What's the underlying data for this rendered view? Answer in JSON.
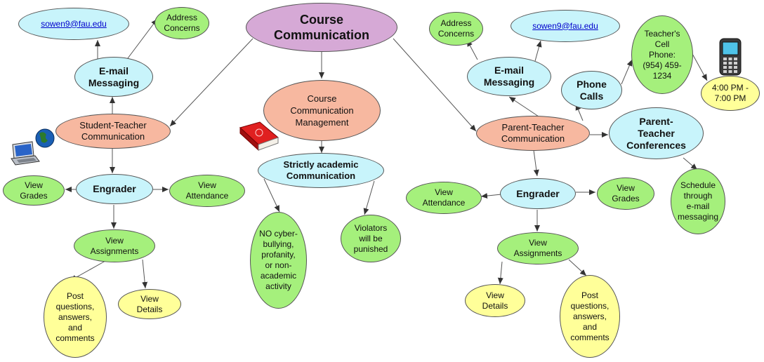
{
  "nodes": {
    "course_communication": "Course\nCommunication",
    "left_email": "sowen9@fau.edu",
    "left_address_concerns": "Address\nConcerns",
    "left_email_messaging": "E-mail\nMessaging",
    "student_teacher": "Student-Teacher\nCommunication",
    "left_engrader": "Engrader",
    "left_view_grades": "View\nGrades",
    "left_view_attendance": "View\nAttendance",
    "left_view_assignments": "View\nAssignments",
    "left_post_questions": "Post\nquestions,\nanswers,\nand\ncomments",
    "left_view_details": "View\nDetails",
    "course_comm_mgmt": "Course\nCommunication\nManagement",
    "strictly_academic": "Strictly academic\nCommunication",
    "no_cyberbullying": "NO cyber-\nbullying,\nprofanity,\nor non-\nacademic\nactivity",
    "violators": "Violators\nwill be\npunished",
    "right_address_concerns": "Address\nConcerns",
    "right_email": "sowen9@fau.edu",
    "teacher_cell": "Teacher's\nCell\nPhone:\n(954) 459-\n1234",
    "phone_hours": "4:00 PM -\n7:00 PM",
    "right_email_messaging": "E-mail\nMessaging",
    "phone_calls": "Phone\nCalls",
    "parent_teacher": "Parent-Teacher\nCommunication",
    "parent_teacher_conferences": "Parent-\nTeacher\nConferences",
    "schedule": "Schedule\nthrough\ne-mail\nmessaging",
    "right_view_attendance": "View\nAttendance",
    "right_engrader": "Engrader",
    "right_view_grades": "View\nGrades",
    "right_view_assignments": "View\nAssignments",
    "right_view_details": "View\nDetails",
    "right_post_questions": "Post\nquestions,\nanswers,\nand\ncomments"
  },
  "colors": {
    "root": "#d6a9d6",
    "hub": "#f7b8a0",
    "topic": "#c8f4fb",
    "leaf": "#a5f07c",
    "detail": "#ffff99"
  },
  "icons": [
    "laptop-globe-icon",
    "red-book-icon",
    "cell-phone-icon"
  ]
}
